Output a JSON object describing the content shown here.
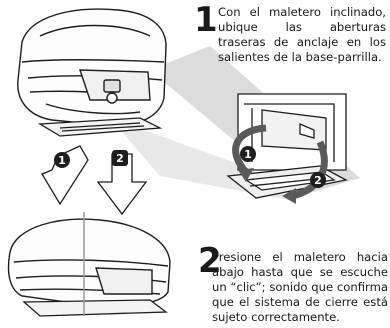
{
  "step1": {
    "number": "1",
    "text": "Con el maletero inclinado, ubique las aberturas traseras de anclaje en los salientes de la base-parrilla."
  },
  "step2": {
    "number": "2",
    "text": "Presione el maletero hacia abajo hasta que se escuche un “clic”; sonido que confirma que el sistema de cierre está sujeto correctamente."
  },
  "figure": {
    "callouts": [
      "1",
      "2",
      "1",
      "2"
    ],
    "colors": {
      "line": "#1e1e1e",
      "shade": "#c9c9c9",
      "arrow_fill": "#5a5a5a",
      "badge_bg": "#1e1e1e",
      "badge_fg": "#ffffff"
    }
  }
}
